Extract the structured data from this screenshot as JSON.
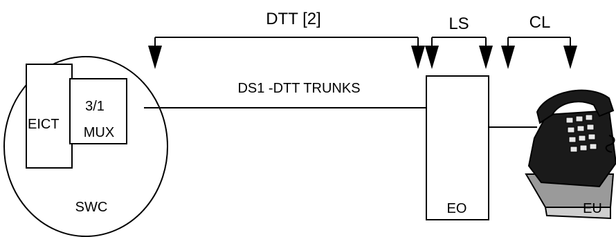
{
  "labels": {
    "dtt": "DTT [2]",
    "ls": "LS",
    "cl": "CL",
    "trunks": "DS1 -DTT TRUNKS",
    "eict": "EICT",
    "mux_line1": "3/1",
    "mux_line2": "MUX",
    "swc": "SWC",
    "eo": "EO",
    "eu": "EU"
  },
  "colors": {
    "line": "#000000",
    "phone_body": "#1a1a1a",
    "phone_keys": "#e8e8e8",
    "phone_base": "#9a9a9a"
  },
  "icons": {
    "eu_device": "telephone-icon"
  }
}
